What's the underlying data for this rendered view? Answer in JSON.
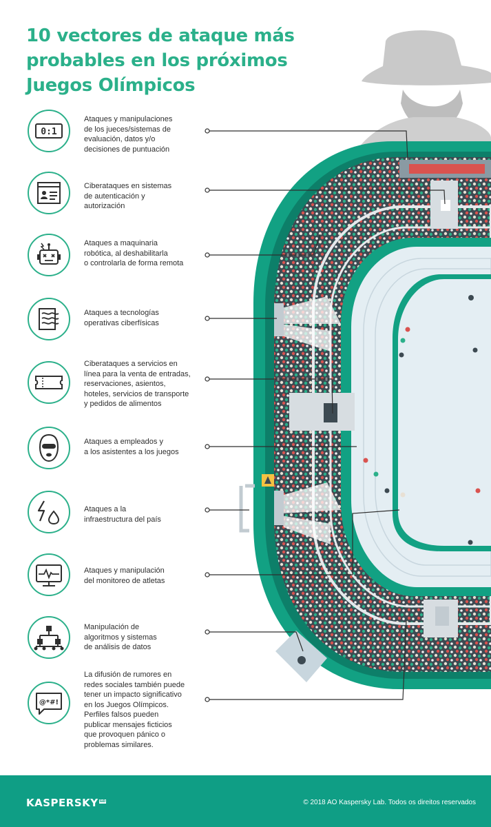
{
  "title": {
    "lines": [
      "10 vectores de ataque más",
      "probables en los próximos",
      "Juegos Olímpicos"
    ]
  },
  "scoreboard_label": "0:1",
  "items": [
    {
      "icon": "score-display-icon",
      "lines": [
        "Ataques y manipulaciones",
        "de los jueces/sistemas de",
        "evaluación, datos y/o",
        "decisiones de puntuación"
      ]
    },
    {
      "icon": "id-card-window-icon",
      "lines": [
        "Ciberataques en sistemas",
        "de autenticación y",
        "autorización"
      ]
    },
    {
      "icon": "robot-icon",
      "lines": [
        "Ataques a maquinaria",
        "robótica, al deshabilitarla",
        "o controlarla de forma remota"
      ]
    },
    {
      "icon": "cyber-physical-system-icon",
      "lines": [
        "Ataques a tecnologías",
        "operativas ciberfísicas"
      ]
    },
    {
      "icon": "ticket-icon",
      "lines": [
        "Ciberataques a servicios en",
        "línea para la venta de entradas,",
        "reservaciones, asientos,",
        "hoteles, servicios de transporte",
        "y pedidos de alimentos"
      ]
    },
    {
      "icon": "balaclava-attacker-icon",
      "lines": [
        "Ataques a empleados y",
        "a los asistentes a los juegos"
      ]
    },
    {
      "icon": "power-and-water-icon",
      "lines": [
        "Ataques a la",
        "infraestructura del país"
      ]
    },
    {
      "icon": "heart-rate-monitor-icon",
      "lines": [
        "Ataques y manipulación",
        "del monitoreo de atletas"
      ]
    },
    {
      "icon": "algorithm-tree-icon",
      "lines": [
        "Manipulación de",
        "algoritmos y sistemas",
        "de análisis de datos"
      ]
    },
    {
      "icon": "chat-bubble-icon",
      "lines": [
        "La difusión de rumores en",
        "redes sociales también puede",
        "tener un impacto significativo",
        "en los Juegos Olímpicos.",
        "Perfiles falsos pueden",
        "publicar mensajes ficticios",
        "que provoquen pánico o",
        "problemas similares."
      ]
    }
  ],
  "chat_symbol": "@*#!",
  "footer": {
    "logo_text": "KASPERSKY",
    "logo_lab": "lab",
    "copyright": "© 2018 AO Kaspersky Lab. Todos os direitos reservados"
  },
  "colors": {
    "brand_green": "#2bb08a",
    "stadium_green": "#12a183",
    "footer_teal": "#0f9e85",
    "field": "#e4eef3",
    "text": "#2e2e2e"
  }
}
